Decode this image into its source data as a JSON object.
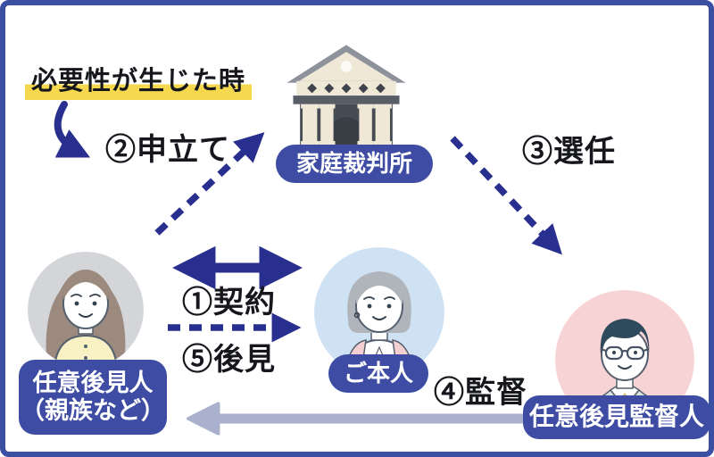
{
  "note": {
    "text": "必要性が生じた時",
    "highlight_color": "#f6d84e"
  },
  "arrows": {
    "contract": {
      "label": "①契約",
      "style": "solid-double-headed",
      "color": "#282f8e"
    },
    "application": {
      "label": "②申立て",
      "style": "dashed",
      "color": "#282f8e"
    },
    "appointment": {
      "label": "③選任",
      "style": "dashed",
      "color": "#282f8e"
    },
    "supervision": {
      "label": "④監督",
      "style": "solid",
      "color": "#a9b1ce"
    },
    "guardianship": {
      "label": "⑤後見",
      "style": "dashed",
      "color": "#282f8e"
    }
  },
  "nodes": {
    "court": {
      "label": "家庭裁判所",
      "icon": "courthouse-icon",
      "pill_color": "#3e4da3"
    },
    "guardian": {
      "label_line1": "任意後見人",
      "label_line2": "（親族など）",
      "icon": "woman-avatar",
      "circle_color": "#d3d5d9"
    },
    "person": {
      "label": "ご本人",
      "icon": "elderly-woman-avatar",
      "circle_color": "#cfe2f4"
    },
    "supervisor": {
      "label": "任意後見監督人",
      "icon": "man-glasses-avatar",
      "circle_color": "#f8d3d5"
    }
  },
  "frame": {
    "border_color": "#3b50a2"
  }
}
